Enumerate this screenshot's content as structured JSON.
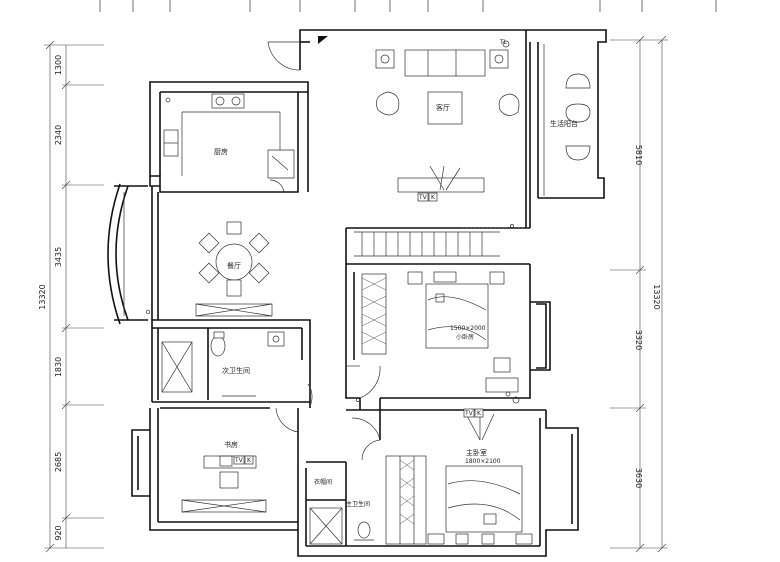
{
  "rooms": {
    "kitchen": "厨房",
    "dining": "餐厅",
    "living": "客厅",
    "balcony": "生活阳台",
    "bedroom_small": "小卧房",
    "bed_small_size": "1500×2000",
    "bath_second": "次卫生间",
    "study": "书房",
    "cloak": "衣帽间",
    "bath_master": "主卫生间",
    "bedroom_master": "主卧室",
    "bed_master_size": "1800×2100"
  },
  "labels": {
    "tv": "TV",
    "k": "K",
    "tl": "TL"
  },
  "dimensions": {
    "left": [
      "1300",
      "2340",
      "3435",
      "1830",
      "2685",
      "920"
    ],
    "left_total": "13320",
    "right": [
      "5810",
      "3320",
      "3630"
    ],
    "right_total": "13320"
  }
}
